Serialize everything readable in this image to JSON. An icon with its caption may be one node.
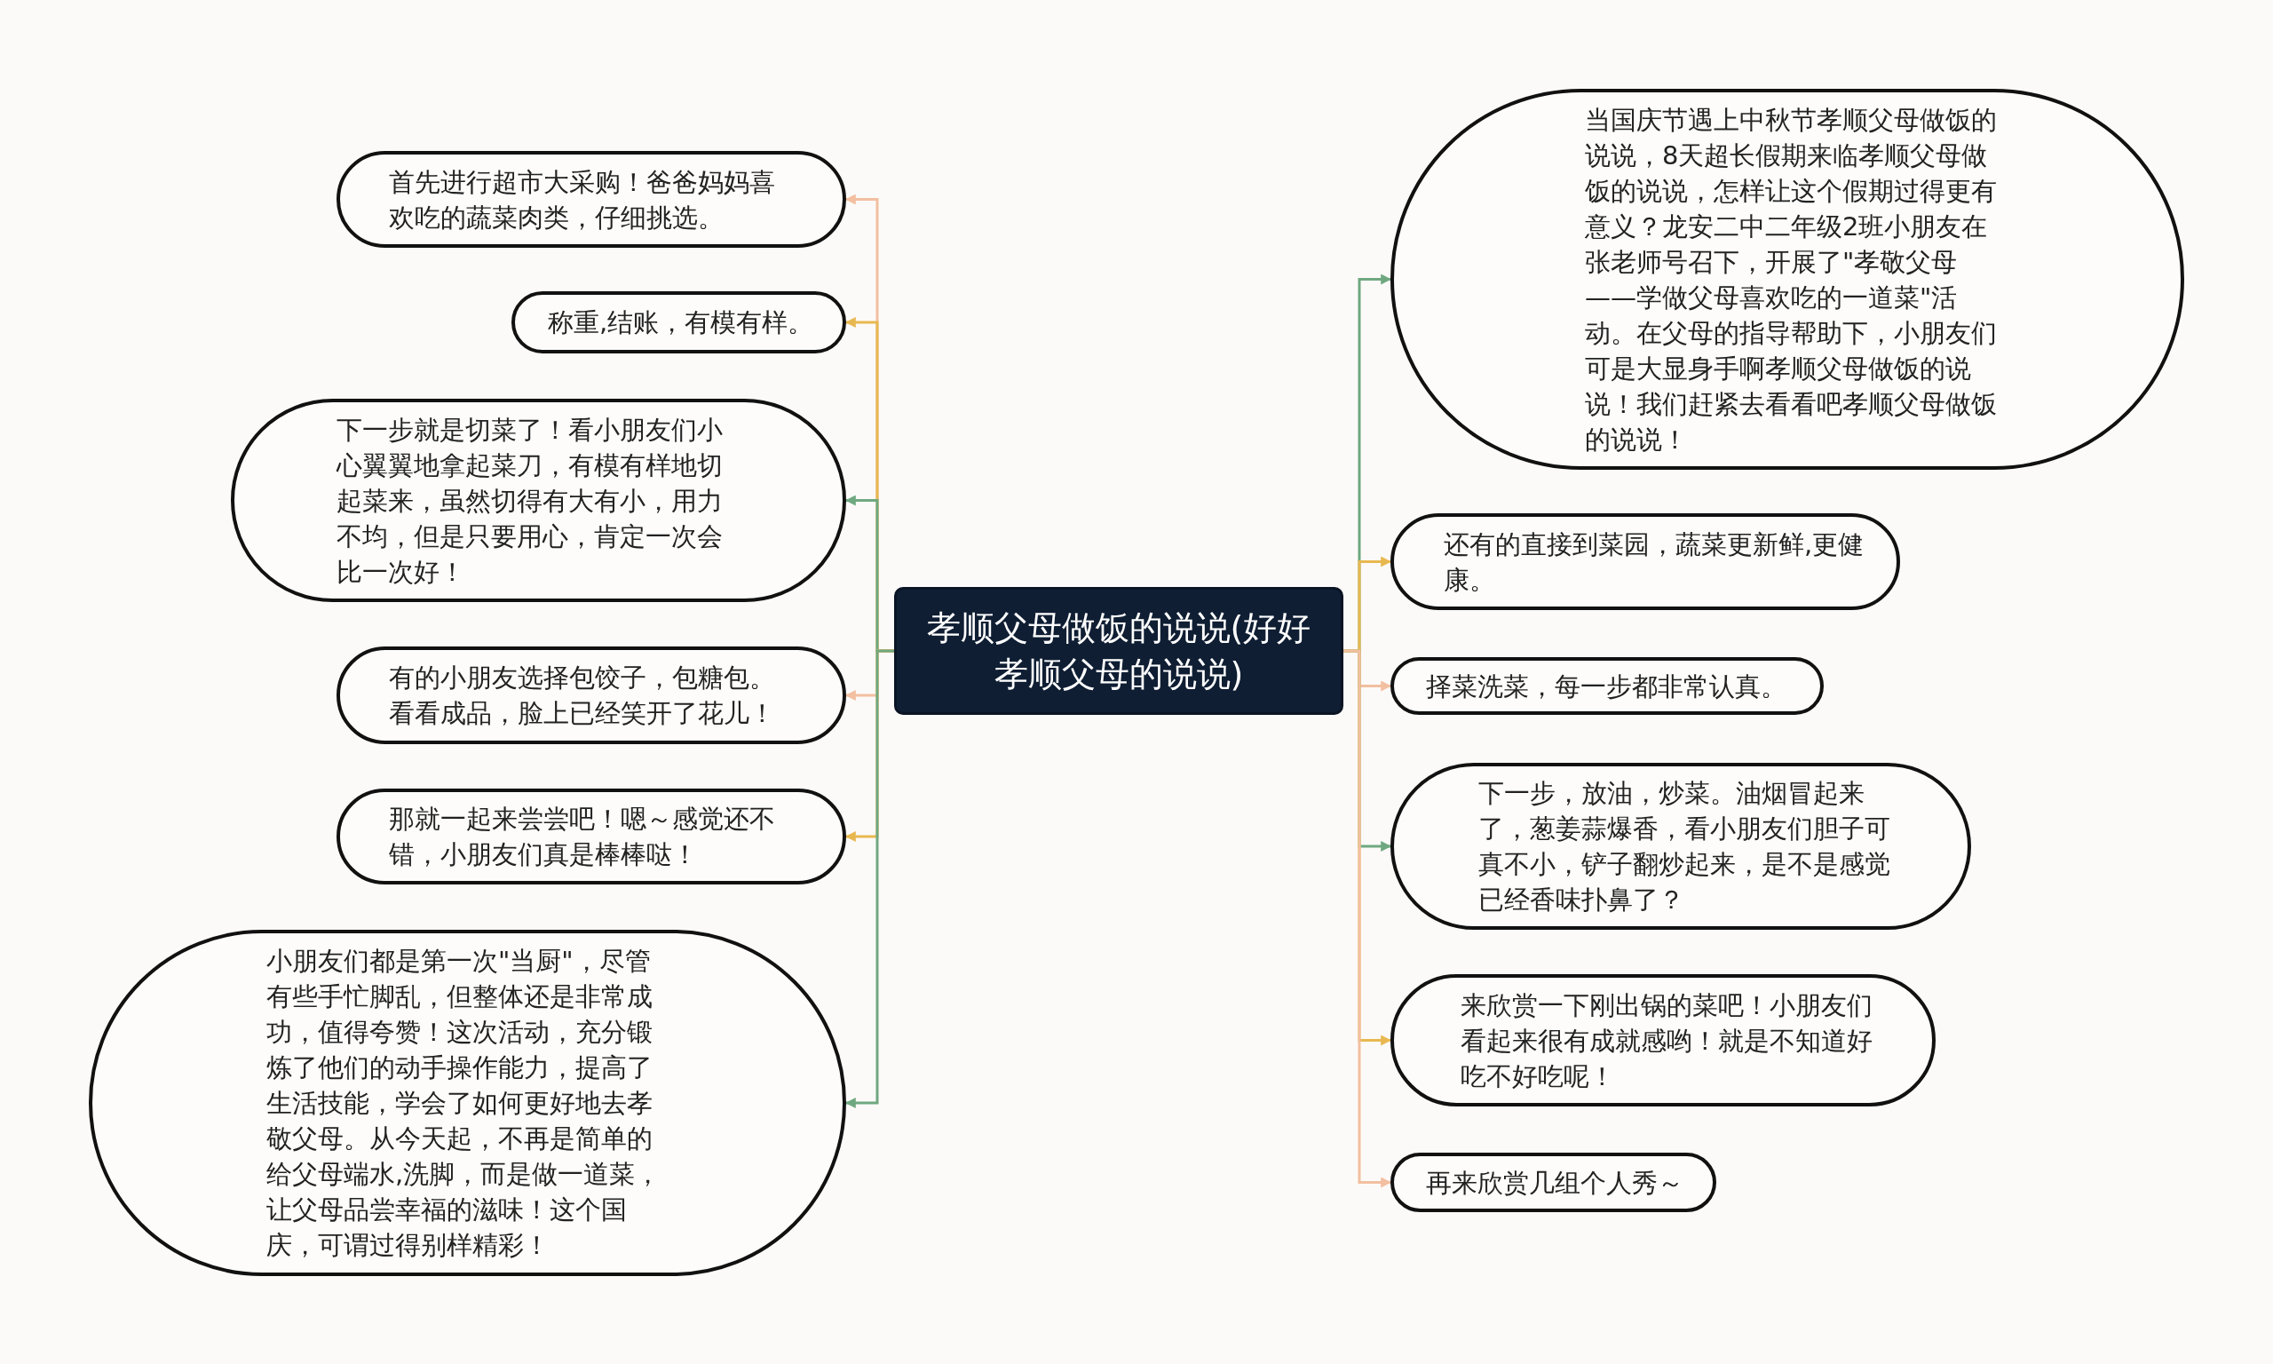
{
  "diagram": {
    "nodes": [
      {
        "text": [
          "孝顺父母做饭的说说(好好孝顺父母的说说)"
        ]
      },
      {
        "text": [
          "首先进行超市大采购！爸爸妈妈喜欢吃的蔬菜肉类，仔细挑选。"
        ]
      },
      {
        "text": [
          "称重,结账，有模有样。"
        ]
      },
      {
        "text": [
          "下一步就是切菜了！看小朋友们小心翼翼地拿起菜刀，有模有样地切起菜来，虽然切得有大有小，用力不均，但是只要用心，肯定一次会比一次好！"
        ]
      },
      {
        "text": [
          "有的小朋友选择包饺子，包糖包。看看成品，脸上已经笑开了花儿！"
        ]
      },
      {
        "text": [
          "那就一起来尝尝吧！嗯～感觉还不错，小朋友们真是棒棒哒！"
        ]
      },
      {
        "text": [
          "小朋友们都是第一次\"当厨\"，尽管有些手忙脚乱，但整体还是非常成功，值得夸赞！这次活动，充分锻炼了他们的动手操作能力，提高了生活技能，学会了如何更好地去孝敬父母。从今天起，不再是简单的给父母端水,洗脚，而是做一道菜，让父母品尝幸福的滋味！这个国庆，可谓过得别样精彩！"
        ]
      },
      {
        "text": [
          "当国庆节遇上中秋节孝顺父母做饭的说说，8天超长假期来临孝顺父母做饭的说说，怎样让这个假期过得更有意义？龙安二中二年级2班小朋友在张老师号召下，开展了\"孝敬父母——学做父母喜欢吃的一道菜\"活动。在父母的指导帮助下，小朋友们可是大显身手啊孝顺父母做饭的说说！我们赶紧去看看吧孝顺父母做饭的说说！"
        ]
      },
      {
        "text": [
          "还有的直接到菜园，蔬菜更新鲜,更健康。"
        ]
      },
      {
        "text": [
          "择菜洗菜，每一步都非常认真。"
        ]
      },
      {
        "text": [
          "下一步，放油，炒菜。油烟冒起来了，葱姜蒜爆香，看小朋友们胆子可真不小，铲子翻炒起来，是不是感觉已经香味扑鼻了？"
        ]
      },
      {
        "text": [
          "来欣赏一下刚出锅的菜吧！小朋友们看起来很有成就感哟！就是不知道好吃不好吃呢！"
        ]
      },
      {
        "text": [
          "再来欣赏几组个人秀～"
        ]
      }
    ],
    "edges": [
      {
        "from": 0,
        "to": 1,
        "arrow": "to",
        "color": "#f2bfa0"
      },
      {
        "from": 0,
        "to": 2,
        "arrow": "to",
        "color": "#e8b850"
      },
      {
        "from": 0,
        "to": 3,
        "arrow": "to",
        "color": "#6fa880"
      },
      {
        "from": 0,
        "to": 4,
        "arrow": "to",
        "color": "#f2bfa0"
      },
      {
        "from": 0,
        "to": 5,
        "arrow": "to",
        "color": "#e8b850"
      },
      {
        "from": 0,
        "to": 6,
        "arrow": "to",
        "color": "#6fa880"
      },
      {
        "from": 0,
        "to": 7,
        "arrow": "to",
        "color": "#6fa880"
      },
      {
        "from": 0,
        "to": 8,
        "arrow": "to",
        "color": "#e8b850"
      },
      {
        "from": 0,
        "to": 9,
        "arrow": "to",
        "color": "#f2bfa0"
      },
      {
        "from": 0,
        "to": 10,
        "arrow": "to",
        "color": "#6fa880"
      },
      {
        "from": 0,
        "to": 11,
        "arrow": "to",
        "color": "#e8b850"
      },
      {
        "from": 0,
        "to": 12,
        "arrow": "to",
        "color": "#f2bfa0"
      }
    ]
  }
}
